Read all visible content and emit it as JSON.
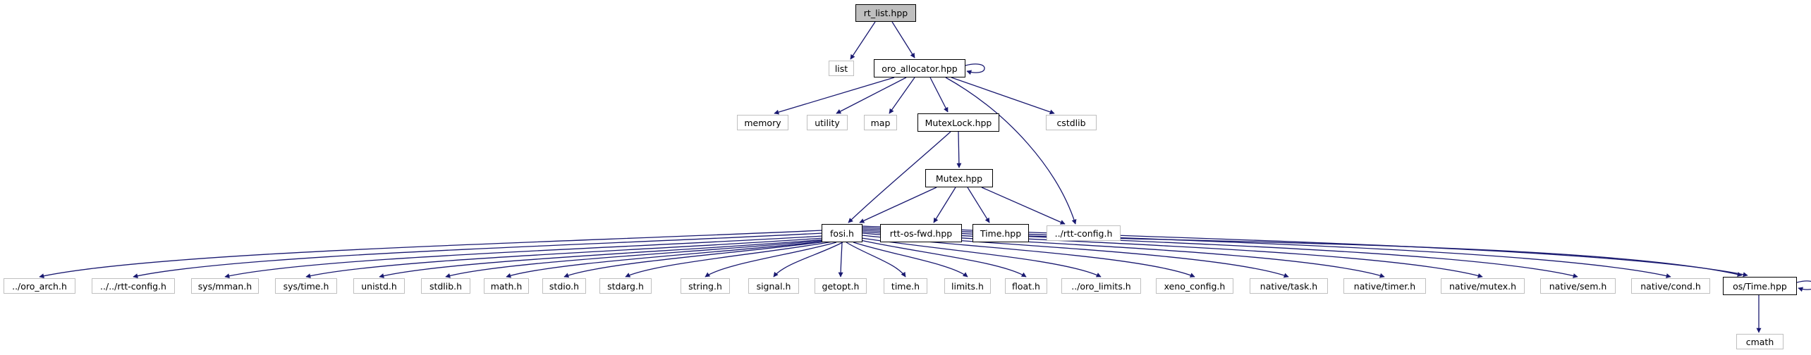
{
  "edge_color": "#191970",
  "root_fill": "#bfbfbf",
  "external_border": "#bfbfbf",
  "nodes": {
    "rt_list": "rt_list.hpp",
    "list": "list",
    "oro_allocator": "oro_allocator.hpp",
    "memory": "memory",
    "utility": "utility",
    "map": "map",
    "mutexlock": "MutexLock.hpp",
    "cstdlib": "cstdlib",
    "mutex": "Mutex.hpp",
    "fosi": "fosi.h",
    "rtt_os_fwd": "rtt-os-fwd.hpp",
    "time_hpp": "Time.hpp",
    "rtt_config": "../rtt-config.h",
    "oro_arch": "../oro_arch.h",
    "rtt_config2": "../../rtt-config.h",
    "sys_mman": "sys/mman.h",
    "sys_time": "sys/time.h",
    "unistd": "unistd.h",
    "stdlib": "stdlib.h",
    "math": "math.h",
    "stdio": "stdio.h",
    "stdarg": "stdarg.h",
    "string": "string.h",
    "signal": "signal.h",
    "getopt": "getopt.h",
    "time_h": "time.h",
    "limits": "limits.h",
    "float": "float.h",
    "oro_limits": "../oro_limits.h",
    "xeno_config": "xeno_config.h",
    "native_task": "native/task.h",
    "native_timer": "native/timer.h",
    "native_mutex": "native/mutex.h",
    "native_sem": "native/sem.h",
    "native_cond": "native/cond.h",
    "os_time": "os/Time.hpp",
    "cmath": "cmath"
  }
}
